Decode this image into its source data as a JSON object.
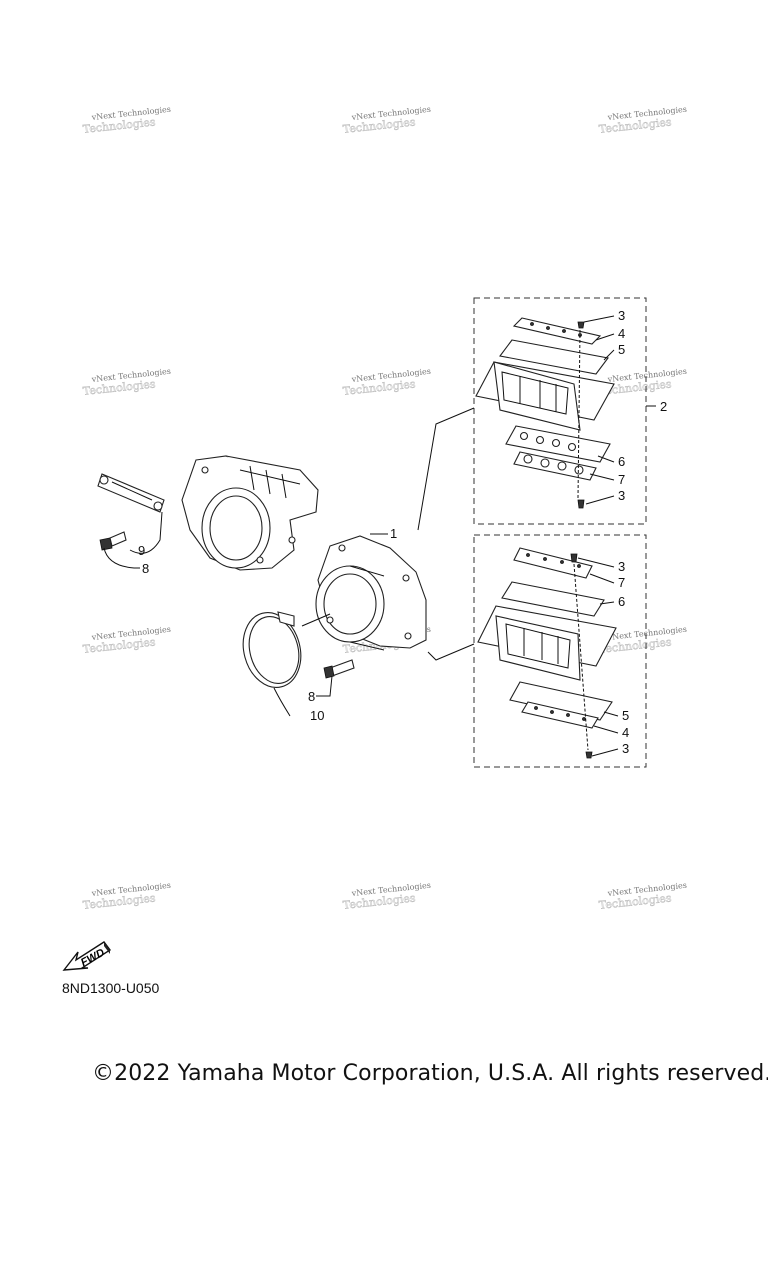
{
  "watermark": {
    "line1": "vNext Technologies",
    "line2": "Technologies"
  },
  "callouts": [
    "1",
    "2",
    "3",
    "4",
    "5",
    "6",
    "7",
    "3",
    "3",
    "7",
    "6",
    "5",
    "4",
    "3",
    "8",
    "9",
    "8",
    "10"
  ],
  "fwd_label": "FWD",
  "reference_code": "8ND1300-U050",
  "copyright": "©2022 Yamaha Motor Corporation, U.S.A. All rights reserved.",
  "icons": {
    "fwd": "fwd-arrow-icon"
  }
}
